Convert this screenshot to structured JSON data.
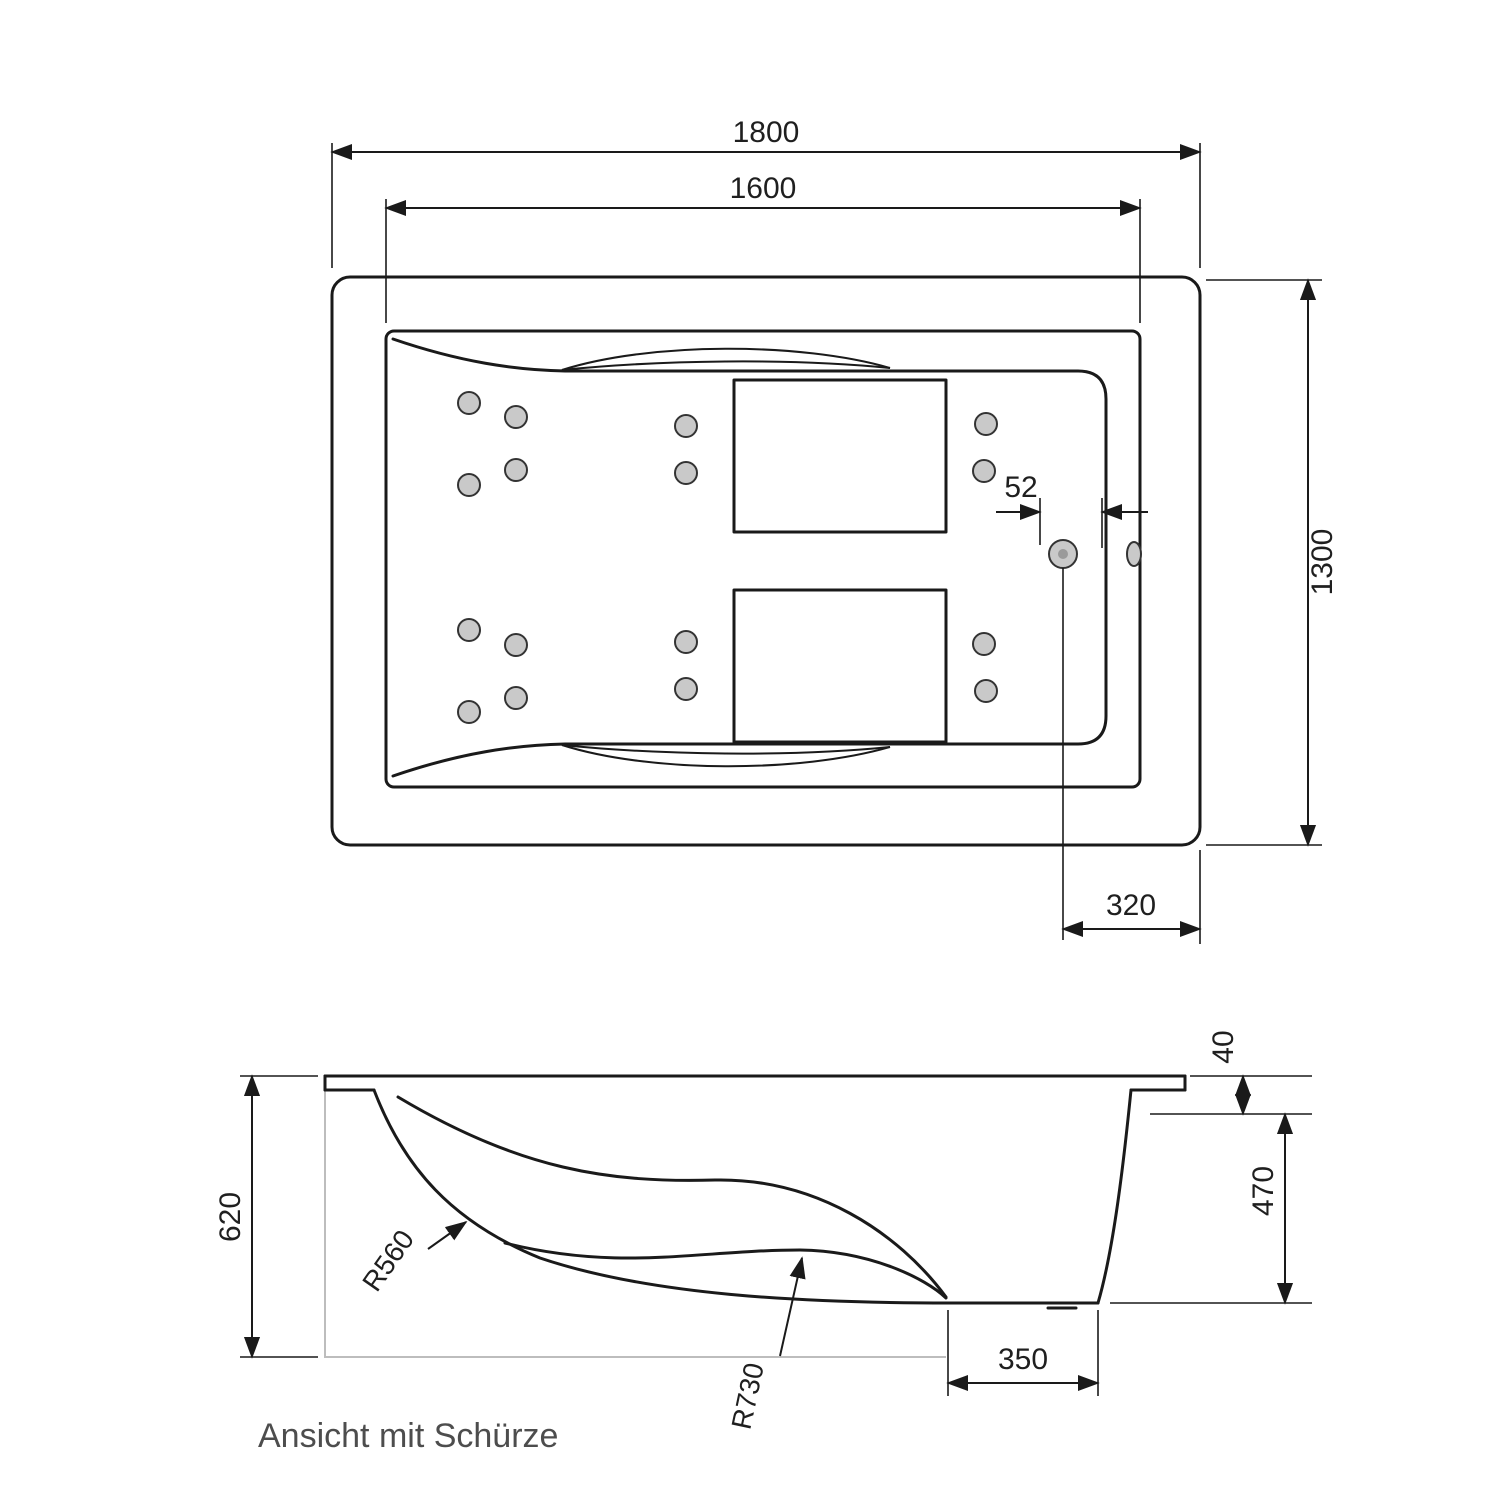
{
  "drawing": {
    "caption": "Ansicht mit Schürze",
    "top_view": {
      "dim_overall_width": "1800",
      "dim_inner_width": "1600",
      "dim_overall_depth": "1300",
      "dim_drain_gap": "52",
      "dim_drain_offset": "320"
    },
    "side_view": {
      "dim_total_height": "620",
      "dim_rim_drop": "40",
      "dim_inner_depth": "470",
      "dim_bottom_flat": "350",
      "radius_back": "R560",
      "radius_seat": "R730"
    },
    "colors": {
      "line": "#1a1a1a",
      "jet_fill": "#c9c9c9",
      "caption_text": "#4d4d4d"
    }
  }
}
